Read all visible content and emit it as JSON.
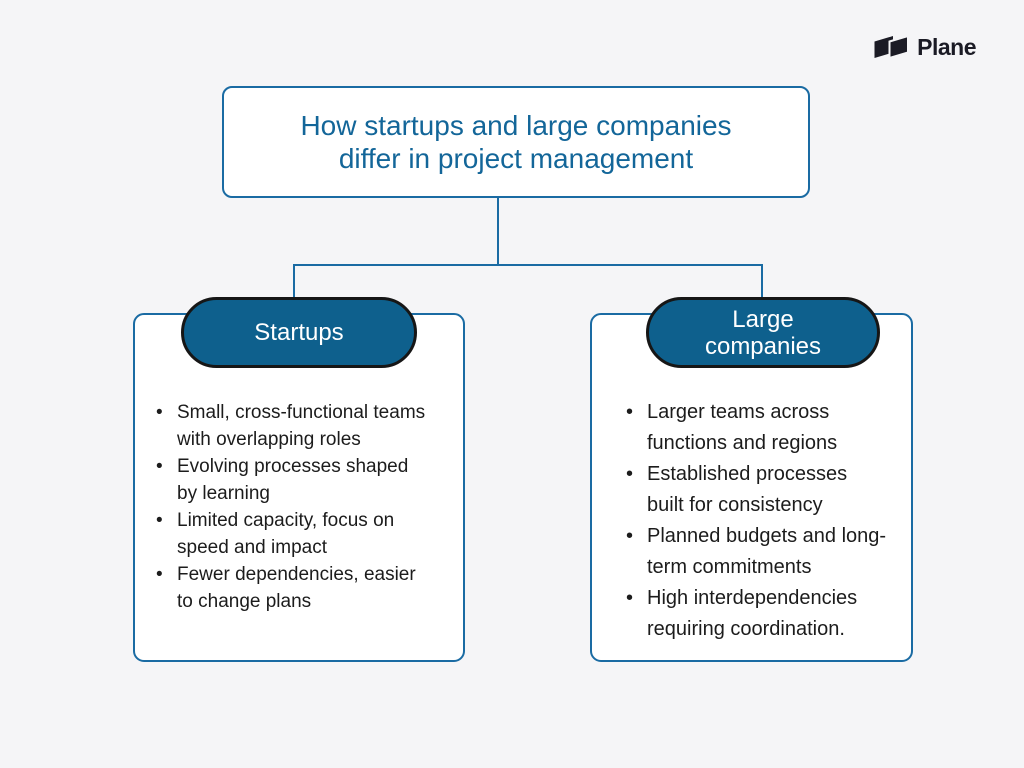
{
  "brand": {
    "name": "Plane",
    "icon": "plane-logo-icon"
  },
  "title": {
    "full": "How startups and large companies differ in project management",
    "line1": "How startups and large companies",
    "line2": "differ in project management"
  },
  "columns": [
    {
      "header": "Startups",
      "bullets": [
        "Small, cross-functional teams with overlapping roles",
        "Evolving processes shaped by learning",
        "Limited capacity, focus on speed and impact",
        "Fewer dependencies, easier to change plans"
      ]
    },
    {
      "header": "Large companies",
      "header_line1": "Large",
      "header_line2": "companies",
      "bullets": [
        "Larger teams across functions and regions",
        "Established processes built for consistency",
        "Planned budgets and long-term commitments",
        "High interdependencies requiring coordination."
      ]
    }
  ],
  "colors": {
    "background": "#f5f5f7",
    "accent_blue": "#1a6ba3",
    "title_text": "#136699",
    "pill_fill": "#0e608d",
    "pill_border": "#161616",
    "pill_text": "#ffffff",
    "body_text": "#1c1c1c",
    "box_background": "#ffffff",
    "logo_color": "#1b1b25"
  }
}
